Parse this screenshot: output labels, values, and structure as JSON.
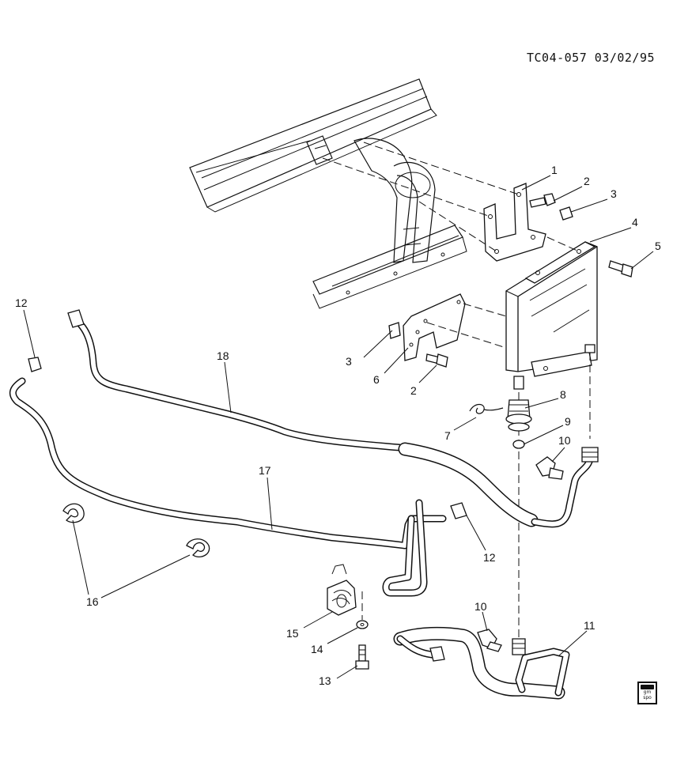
{
  "drawing_code": "TC04-057 03/02/95",
  "callouts": {
    "c1": "1",
    "c2a": "2",
    "c3a": "3",
    "c4": "4",
    "c5": "5",
    "c12a": "12",
    "c18": "18",
    "c3b": "3",
    "c6": "6",
    "c2b": "2",
    "c8": "8",
    "c9": "9",
    "c7": "7",
    "c10a": "10",
    "c17": "17",
    "c12b": "12",
    "c16": "16",
    "c10b": "10",
    "c11": "11",
    "c15": "15",
    "c14": "14",
    "c13": "13"
  },
  "logo": {
    "line1": "gm",
    "line2": "spo"
  },
  "colors": {
    "ink": "#111111",
    "paper": "#ffffff"
  }
}
